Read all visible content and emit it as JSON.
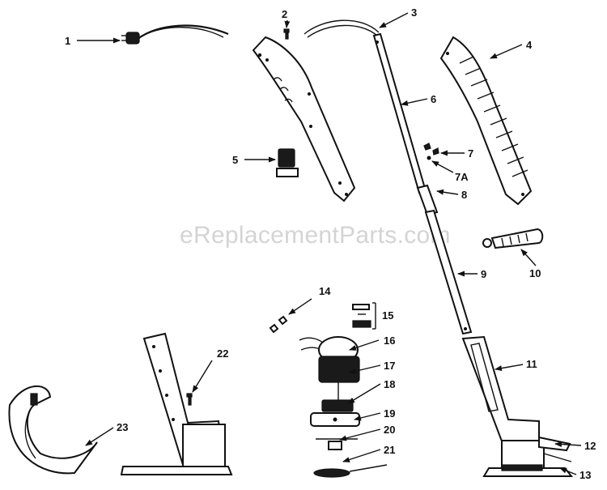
{
  "watermark": "eReplacementParts.com",
  "callouts": [
    {
      "id": "c1",
      "text": "1"
    },
    {
      "id": "c2",
      "text": "2"
    },
    {
      "id": "c3",
      "text": "3"
    },
    {
      "id": "c4",
      "text": "4"
    },
    {
      "id": "c5",
      "text": "5"
    },
    {
      "id": "c6",
      "text": "6"
    },
    {
      "id": "c7",
      "text": "7"
    },
    {
      "id": "c7a",
      "text": "7A"
    },
    {
      "id": "c8",
      "text": "8"
    },
    {
      "id": "c9",
      "text": "9"
    },
    {
      "id": "c10",
      "text": "10"
    },
    {
      "id": "c11",
      "text": "11"
    },
    {
      "id": "c12",
      "text": "12"
    },
    {
      "id": "c13",
      "text": "13"
    },
    {
      "id": "c14",
      "text": "14"
    },
    {
      "id": "c15",
      "text": "15"
    },
    {
      "id": "c16",
      "text": "16"
    },
    {
      "id": "c17",
      "text": "17"
    },
    {
      "id": "c18",
      "text": "18"
    },
    {
      "id": "c19",
      "text": "19"
    },
    {
      "id": "c20",
      "text": "20"
    },
    {
      "id": "c21",
      "text": "21"
    },
    {
      "id": "c22",
      "text": "22"
    },
    {
      "id": "c23",
      "text": "23"
    }
  ]
}
